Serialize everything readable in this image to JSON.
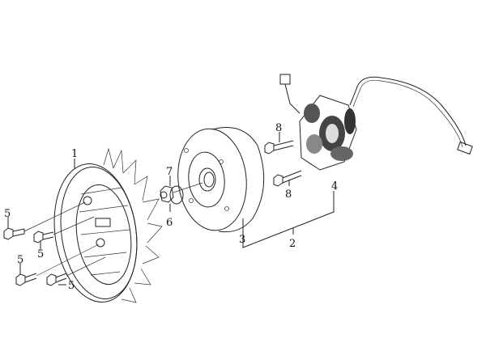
{
  "diagram": {
    "callouts": {
      "fan": "1",
      "magneto_assy": "2",
      "flywheel": "3",
      "stator": "4",
      "bolt_a": "5",
      "bolt_b": "5",
      "bolt_c": "5",
      "bolt_d": "5",
      "nut": "6",
      "washer": "7",
      "stator_bolt_a": "8",
      "stator_bolt_b": "8"
    }
  }
}
